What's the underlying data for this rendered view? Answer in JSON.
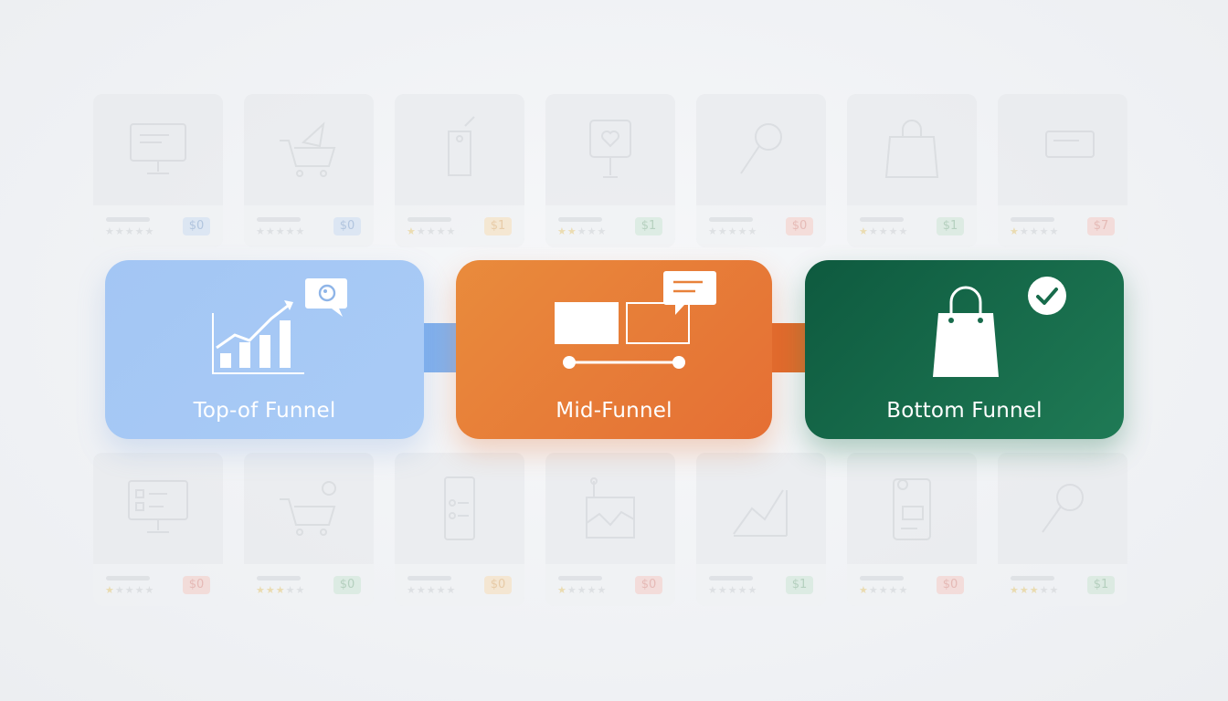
{
  "stages": [
    {
      "label": "Top-of Funnel",
      "color": "#a6c8f5",
      "icon": "growth-chart-icon",
      "badge": "eye-chat-bubble-icon"
    },
    {
      "label": "Mid-Funnel",
      "color": "#e67a37",
      "icon": "product-compare-icon",
      "badge": "chat-bubble-icon"
    },
    {
      "label": "Bottom Funnel",
      "color": "#176b4b",
      "icon": "shopping-bag-icon",
      "badge": "checkmark-icon"
    }
  ],
  "background_cards": {
    "row1": [
      {
        "icon": "monitor-icon",
        "price": "$0",
        "tone": "blue",
        "stars_on": 0
      },
      {
        "icon": "cart-icon",
        "price": "$0",
        "tone": "blue",
        "stars_on": 0
      },
      {
        "icon": "tag-icon",
        "price": "$1",
        "tone": "orange",
        "stars_on": 1
      },
      {
        "icon": "heart-sign-icon",
        "price": "$1",
        "tone": "green",
        "stars_on": 2
      },
      {
        "icon": "magnifier-icon",
        "price": "$0",
        "tone": "red",
        "stars_on": 0
      },
      {
        "icon": "bag-icon",
        "price": "$1",
        "tone": "green",
        "stars_on": 1
      },
      {
        "icon": "chat-window-icon",
        "price": "$7",
        "tone": "red",
        "stars_on": 1
      }
    ],
    "row2": [
      {
        "icon": "dashboard-icon",
        "price": "$0",
        "tone": "red",
        "stars_on": 1
      },
      {
        "icon": "cart-gear-icon",
        "price": "$0",
        "tone": "green",
        "stars_on": 3
      },
      {
        "icon": "phone-list-icon",
        "price": "$0",
        "tone": "orange",
        "stars_on": 0
      },
      {
        "icon": "chart-area-icon",
        "price": "$0",
        "tone": "red",
        "stars_on": 1
      },
      {
        "icon": "line-trend-icon",
        "price": "$1",
        "tone": "green",
        "stars_on": 0
      },
      {
        "icon": "phone-wallet-icon",
        "price": "$0",
        "tone": "red",
        "stars_on": 1
      },
      {
        "icon": "search-icon",
        "price": "$1",
        "tone": "green",
        "stars_on": 3
      }
    ]
  }
}
